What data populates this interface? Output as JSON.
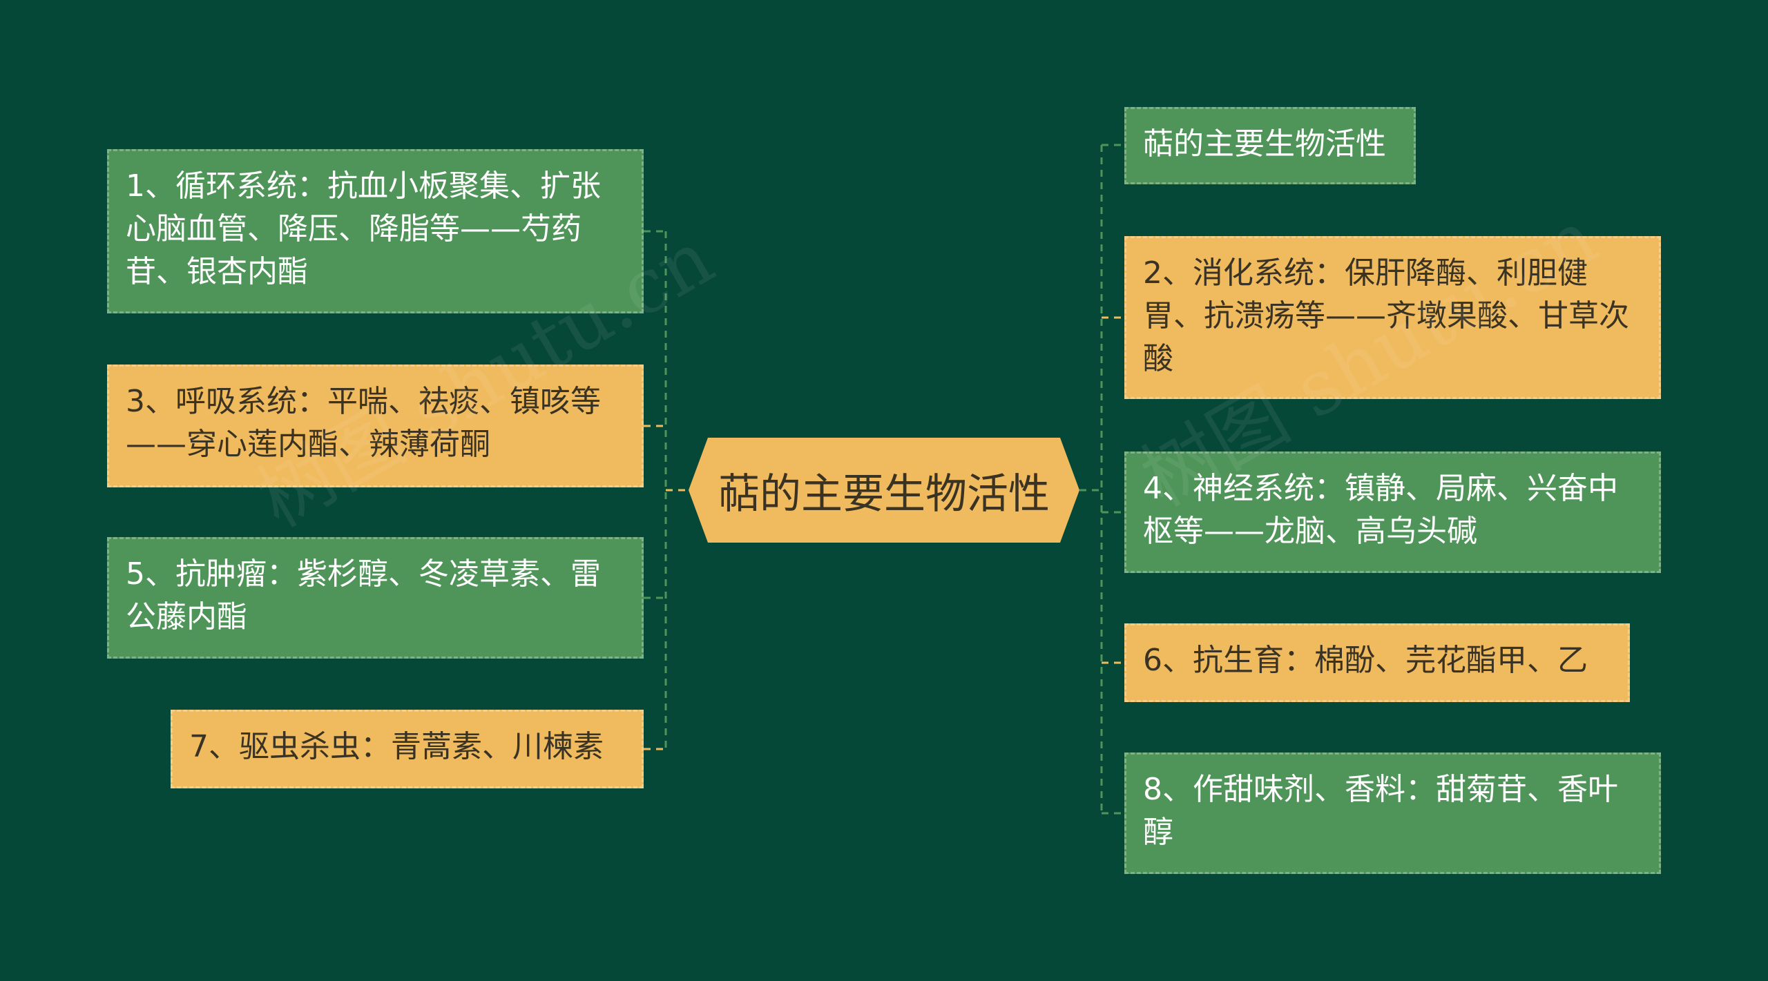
{
  "center": {
    "label": "萜的主要生物活性"
  },
  "left_branches": [
    {
      "text": "1、循环系统：抗血小板聚集、扩张心脑血管、降压、降脂等——芍药苷、银杏内酯",
      "color": "green"
    },
    {
      "text": "3、呼吸系统：平喘、祛痰、镇咳等——穿心莲内酯、辣薄荷酮",
      "color": "yellow"
    },
    {
      "text": "5、抗肿瘤：紫杉醇、冬凌草素、雷公藤内酯",
      "color": "green"
    },
    {
      "text": "7、驱虫杀虫：青蒿素、川楝素",
      "color": "yellow"
    }
  ],
  "right_branches": [
    {
      "text": "萜的主要生物活性",
      "color": "green"
    },
    {
      "text": "2、消化系统：保肝降酶、利胆健胃、抗溃疡等——齐墩果酸、甘草次酸",
      "color": "yellow"
    },
    {
      "text": "4、神经系统：镇静、局麻、兴奋中枢等——龙脑、高乌头碱",
      "color": "green"
    },
    {
      "text": "6、抗生育：棉酚、芫花酯甲、乙",
      "color": "yellow"
    },
    {
      "text": "8、作甜味剂、香料：甜菊苷、香叶醇",
      "color": "green"
    }
  ],
  "watermark": "树图 shutu.cn",
  "colors": {
    "background": "#064837",
    "green": "#4f9459",
    "yellow": "#f0bb5e",
    "connector": "#4f9459",
    "connector_yellow": "#f0bb5e"
  }
}
